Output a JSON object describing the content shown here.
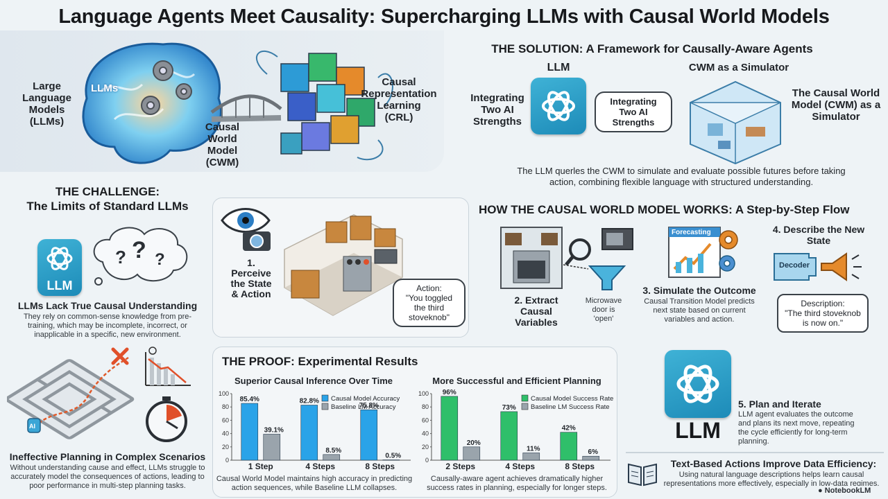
{
  "title": "Language Agents Meet Causality: Supercharging LLMs with Causal World Models",
  "hero": {
    "left_label": "Large\nLanguage\nModels\n(LLMs)",
    "brain_label": "LLMs",
    "bridge_label": "Causal\nWorld\nModel\n(CWM)",
    "right_label": "Causal\nRepresentation\nLearning\n(CRL)"
  },
  "solution": {
    "title": "THE SOLUTION: A Framework for Causally-Aware Agents",
    "llm_label": "LLM",
    "cwm_label": "CWM as a Simulator",
    "integrating_label": "Integrating Two AI Strengths",
    "bubble_text": "Integrating Two AI Strengths",
    "cwm_desc": "The Causal World Model (CWM) as a Simulator",
    "caption": "The LLM querles the CWM to simulate and evaluate possible futures before taking action, combining flexible language with structured understanding."
  },
  "challenge": {
    "title_line1": "THE CHALLENGE:",
    "title_line2": "The Limits of Standard LLMs",
    "llm_tile": "LLM",
    "point1_title": "LLMs Lack True Causal Understanding",
    "point1_text": "They rely on common-sense knowledge from pre-training, which may be incomplete, incorrect, or inapplicable in a specific, new environment.",
    "point2_title": "Ineffective Planning in Complex Scenarios",
    "point2_text": "Without understanding cause and effect, LLMs struggle to accurately model the consequences of actions, leading to poor performance in multi-step planning tasks.",
    "maze_tag": "AI"
  },
  "perceive": {
    "step1": "1. Perceive the State & Action",
    "action_bubble": "Action:\n\"You toggled the third stoveknob\""
  },
  "how": {
    "title": "HOW THE CAUSAL WORLD MODEL WORKS: A Step-by-Step Flow",
    "step2": "2. Extract Causal Variables",
    "microwave_note": "Microwave door is 'open'",
    "forecast_label": "Forecasting",
    "step3_title": "3. Simulate the Outcome",
    "step3_text": "Causal Transition Model predicts next state based on current variables and action.",
    "step4_title": "4. Describe the New State",
    "decoder_label": "Decoder",
    "description_bubble": "Description:\n\"The third stoveknob is now on.\"",
    "step5_title": "5. Plan and Iterate",
    "step5_text": "LLM agent evaluates the outcome and plans its next move, repeating the cycle efficiently for long-term planning.",
    "llm_big": "LLM"
  },
  "proof": {
    "title": "THE PROOF: Experimental Results",
    "chart1_caption": "Causal World Model maintains high accuracy in predicting action sequences, while Baseline LLM collapses.",
    "chart2_caption": "Causally-aware agent achieves dramatically higher success rates in planning, especially for longer steps."
  },
  "data_efficiency": {
    "title": "Text-Based Actions Improve Data Efficiency:",
    "text": "Using natural language descriptions helps learn causal representations more effectively, especially in low-data regimes."
  },
  "watermark": "NotebookLM",
  "colors": {
    "blue": "#2aa3e8",
    "green": "#2fbf6a",
    "gray": "#9aa4ac"
  },
  "chart_data": [
    {
      "type": "bar",
      "title": "Superior Causal Inference Over Time",
      "categories": [
        "1 Step",
        "4 Steps",
        "8 Steps"
      ],
      "series": [
        {
          "name": "Causal Model Accuracy",
          "values": [
            85.4,
            82.8,
            75.8
          ],
          "labels": [
            "85.4%",
            "82.8%",
            "75.8%"
          ],
          "color": "#2aa3e8"
        },
        {
          "name": "Baseline LM Accuracy",
          "values": [
            39.1,
            8.5,
            0.5
          ],
          "labels": [
            "39.1%",
            "8.5%",
            "0.5%"
          ],
          "color": "#9aa4ac"
        }
      ],
      "ylim": [
        0,
        100
      ],
      "yticks": [
        0,
        20,
        40,
        60,
        80,
        100
      ],
      "legend": "top-right",
      "grid": false
    },
    {
      "type": "bar",
      "title": "More Successful and Efficient Planning",
      "categories": [
        "2 Steps",
        "4 Steps",
        "8 Steps"
      ],
      "series": [
        {
          "name": "Causal Model Success Rate",
          "values": [
            96,
            73,
            42
          ],
          "labels": [
            "96%",
            "73%",
            "42%"
          ],
          "color": "#2fbf6a"
        },
        {
          "name": "Baseline LM Success Rate",
          "values": [
            20,
            11,
            6
          ],
          "labels": [
            "20%",
            "11%",
            "6%"
          ],
          "color": "#9aa4ac"
        }
      ],
      "ylim": [
        0,
        100
      ],
      "yticks": [
        0,
        20,
        40,
        60,
        80,
        100
      ],
      "legend": "top-right",
      "grid": false
    }
  ]
}
